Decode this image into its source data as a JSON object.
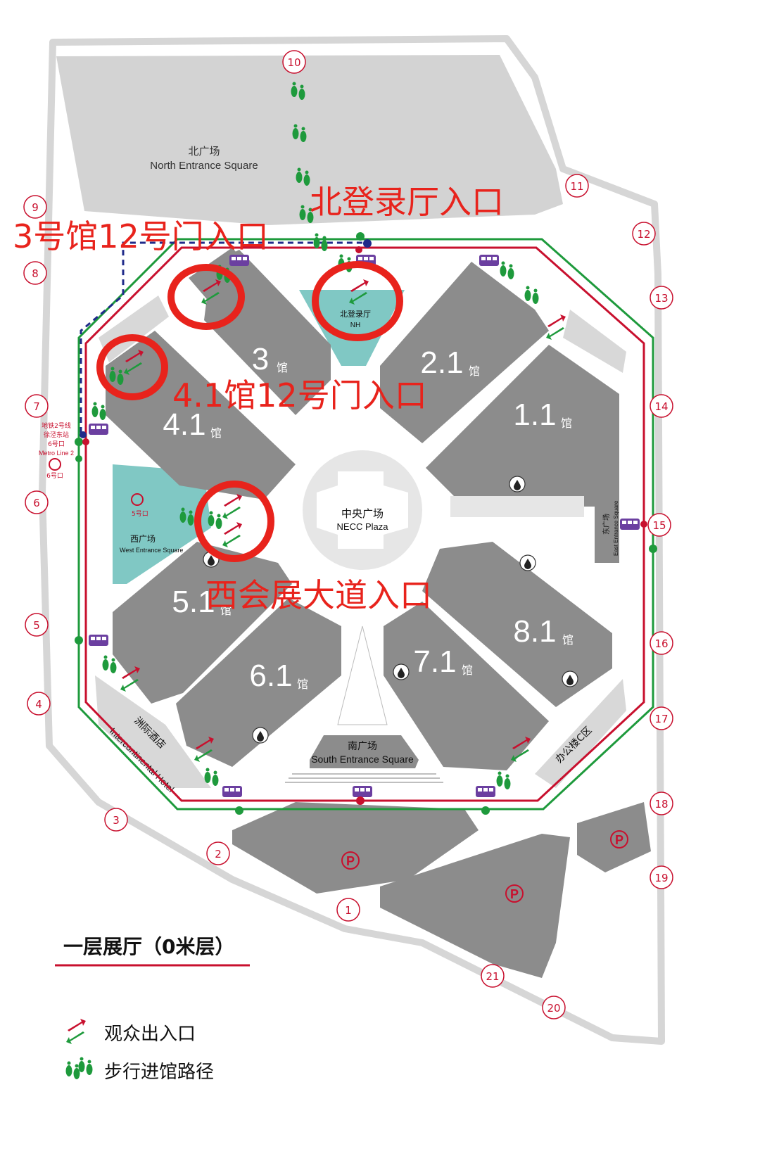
{
  "map": {
    "north_square": {
      "cn": "北广场",
      "en": "North Entrance Square"
    },
    "south_square": {
      "cn": "南广场",
      "en": "South Entrance Square"
    },
    "west_square": {
      "cn": "西广场",
      "en": "West Entrance Square",
      "metro_exit": "5号口"
    },
    "east_square": {
      "cn": "东广场",
      "en": "East Entrance Square"
    },
    "central_plaza": {
      "cn": "中央广场",
      "en": "NECC Plaza"
    },
    "north_hall": {
      "cn": "北登录厅",
      "en": "NH"
    },
    "hotel": {
      "cn": "洲际酒店",
      "en": "Intercontinental Hotel"
    },
    "office": "办公楼C区",
    "metro": {
      "line1": "地铁2号线",
      "line2": "徐泾东站",
      "line3": "6号口",
      "line4": "Metro Line 2",
      "exit": "6号口"
    },
    "halls": [
      {
        "num": "3",
        "suffix": "馆"
      },
      {
        "num": "2.1",
        "suffix": "馆"
      },
      {
        "num": "4.1",
        "suffix": "馆"
      },
      {
        "num": "1.1",
        "suffix": "馆"
      },
      {
        "num": "5.1",
        "suffix": "馆"
      },
      {
        "num": "8.1",
        "suffix": "馆"
      },
      {
        "num": "6.1",
        "suffix": "馆"
      },
      {
        "num": "7.1",
        "suffix": "馆"
      }
    ],
    "gates": [
      "1",
      "2",
      "3",
      "4",
      "5",
      "6",
      "7",
      "8",
      "9",
      "10",
      "11",
      "12",
      "13",
      "14",
      "15",
      "16",
      "17",
      "18",
      "19",
      "20",
      "21"
    ],
    "parking": "P"
  },
  "annotations": {
    "north_hall_entrance": "北登录厅入口",
    "hall3_gate12": "3号馆12号门入口",
    "hall41_gate12": "4.1馆12号门入口",
    "west_avenue_entrance": "西会展大道入口"
  },
  "floor_title": "一层展厅（0米层）",
  "legend": {
    "entrance": "观众出入口",
    "walking": "步行进馆路径"
  },
  "colors": {
    "hall_gray": "#8c8c8c",
    "square_gray": "#d3d3d3",
    "teal": "#80c8c4",
    "route_green": "#1e9a3c",
    "route_red": "#c8102e",
    "annotation_red": "#e8231c",
    "metro_blue": "#1f2a8a",
    "shuttle_purple": "#6b3fa0"
  }
}
